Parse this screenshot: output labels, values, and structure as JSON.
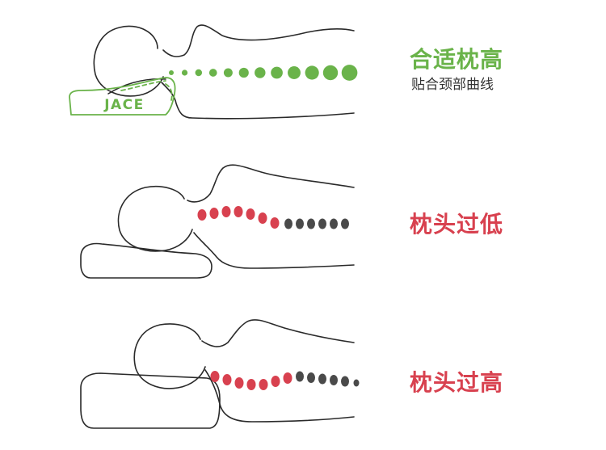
{
  "colors": {
    "good": "#6ab34a",
    "bad": "#d8414f",
    "spine_dark": "#4a4a4a",
    "outline": "#2a2a2a"
  },
  "panel_good": {
    "title": "合适枕高",
    "subtitle": "贴合颈部曲线",
    "pillow_brand": "JACE"
  },
  "panel_low": {
    "title": "枕头过低"
  },
  "panel_high": {
    "title": "枕头过高"
  }
}
